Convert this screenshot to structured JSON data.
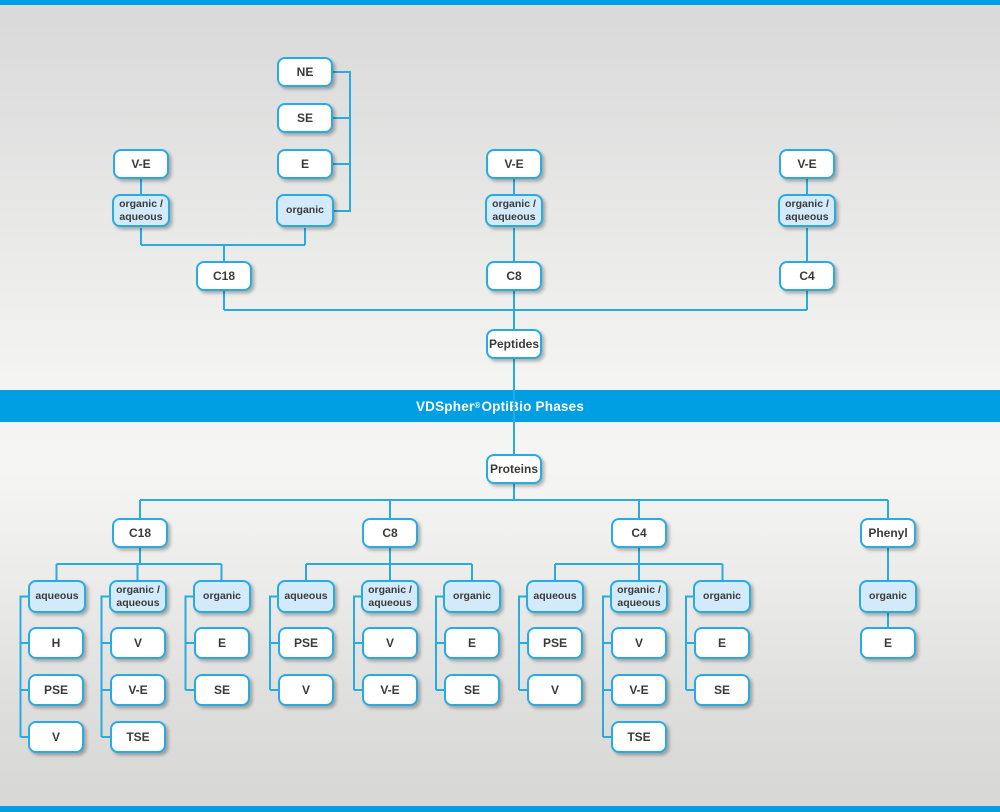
{
  "colors": {
    "accent": "#009fe3",
    "line": "#29abe2",
    "mode-fill": "#d3eafa",
    "node-fill": "#ffffff",
    "text": "#3a3a39"
  },
  "banner": {
    "brand": "VDSpher",
    "reg": "®",
    "rest": " OptiBio Phases"
  },
  "peptides": {
    "stack_items": [
      "NE",
      "SE",
      "E"
    ],
    "stack_mode": "organic",
    "columns": [
      {
        "ve": "V-E",
        "mode": "organic /\naqueous",
        "label": "C18"
      },
      {
        "ve": "V-E",
        "mode": "organic /\naqueous",
        "label": "C8"
      },
      {
        "ve": "V-E",
        "mode": "organic /\naqueous",
        "label": "C4"
      }
    ],
    "root": "Peptides"
  },
  "proteins": {
    "root": "Proteins",
    "columns": [
      {
        "label": "C18",
        "modes": [
          {
            "label": "aqueous",
            "items": [
              "H",
              "PSE",
              "V"
            ]
          },
          {
            "label": "organic /\naqueous",
            "items": [
              "V",
              "V-E",
              "TSE"
            ]
          },
          {
            "label": "organic",
            "items": [
              "E",
              "SE"
            ]
          }
        ]
      },
      {
        "label": "C8",
        "modes": [
          {
            "label": "aqueous",
            "items": [
              "PSE",
              "V"
            ]
          },
          {
            "label": "organic /\naqueous",
            "items": [
              "V",
              "V-E"
            ]
          },
          {
            "label": "organic",
            "items": [
              "E",
              "SE"
            ]
          }
        ]
      },
      {
        "label": "C4",
        "modes": [
          {
            "label": "aqueous",
            "items": [
              "PSE",
              "V"
            ]
          },
          {
            "label": "organic /\naqueous",
            "items": [
              "V",
              "V-E",
              "TSE"
            ]
          },
          {
            "label": "organic",
            "items": [
              "E",
              "SE"
            ]
          }
        ]
      },
      {
        "label": "Phenyl",
        "modes": [
          {
            "label": "organic",
            "items": [
              "E"
            ]
          }
        ]
      }
    ]
  }
}
